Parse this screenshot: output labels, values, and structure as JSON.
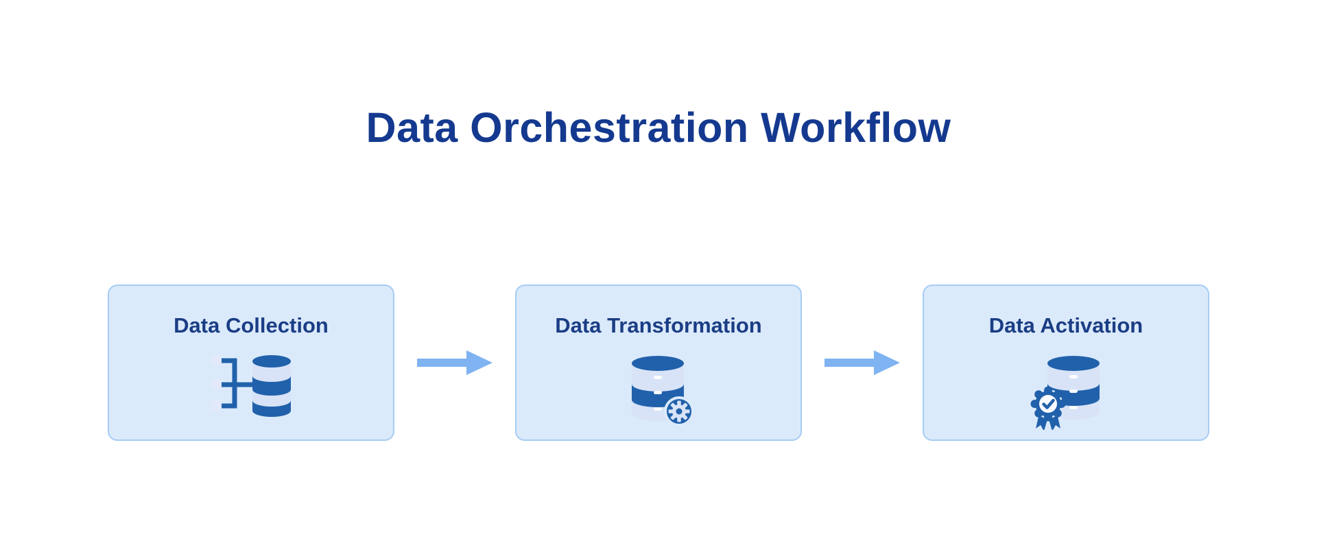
{
  "title": "Data Orchestration Workflow",
  "workflow": {
    "steps": [
      {
        "label": "Data Collection",
        "icon": "database-collection-icon"
      },
      {
        "label": "Data Transformation",
        "icon": "database-gear-icon"
      },
      {
        "label": "Data Activation",
        "icon": "database-award-icon"
      }
    ],
    "connector_icon": "arrow-right-icon",
    "connector_count": 2
  },
  "colors": {
    "background": "#FFFFFF",
    "title_text": "#14398F",
    "card_label_text": "#1A3D85",
    "card_background": "#DBEAFB",
    "card_border": "#A6CCF4",
    "arrow": "#7FB3F1",
    "icon_dark_blue": "#2161AB",
    "icon_light_stripe": "#D8E3F7",
    "icon_dash": "#FAFCFF",
    "connector_square": "#E4E9FA"
  }
}
